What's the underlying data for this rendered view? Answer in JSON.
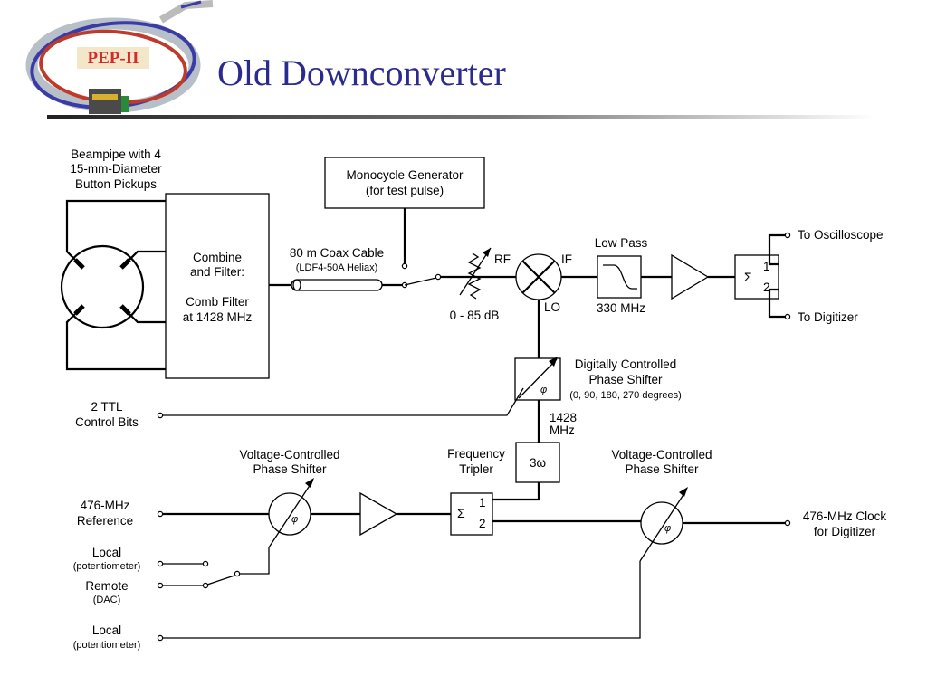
{
  "slide": {
    "title": "Old Downconverter",
    "logo_text": "PEP-II"
  },
  "diagram": {
    "beampipe": [
      "Beampipe with 4",
      "15-mm-Diameter",
      "Button Pickups"
    ],
    "combine": [
      "Combine",
      "and Filter:",
      "Comb Filter",
      "at 1428 MHz"
    ],
    "coax": [
      "80 m Coax Cable",
      "(LDF4-50A Heliax)"
    ],
    "monocycle": [
      "Monocycle Generator",
      "(for test pulse)"
    ],
    "attenuator": "0 - 85 dB",
    "mixer_rf": "RF",
    "mixer_if": "IF",
    "mixer_lo": "LO",
    "lowpass": {
      "top": "Low Pass",
      "bottom": "330 MHz"
    },
    "splitter1": {
      "sum": "Σ",
      "port1": "1",
      "port2": "2"
    },
    "outputs": {
      "osc": "To Oscilloscope",
      "dig": "To Digitizer"
    },
    "digital_ps": [
      "Digitally Controlled",
      "Phase Shifter",
      "(0, 90, 180, 270 degrees)"
    ],
    "phi": "φ",
    "ttl": [
      "2 TTL",
      "Control Bits"
    ],
    "freq_1428": [
      "1428",
      "MHz"
    ],
    "tripler_box": "3ω",
    "tripler_label": [
      "Frequency",
      "Tripler"
    ],
    "vcps_left": [
      "Voltage-Controlled",
      "Phase Shifter"
    ],
    "vcps_right": [
      "Voltage-Controlled",
      "Phase Shifter"
    ],
    "splitter2": {
      "sum": "Σ",
      "port1": "1",
      "port2": "2"
    },
    "ref": [
      "476-MHz",
      "Reference"
    ],
    "clock_out": [
      "476-MHz Clock",
      "for Digitizer"
    ],
    "local1": {
      "main": "Local",
      "sub": "(potentiometer)"
    },
    "remote": {
      "main": "Remote",
      "sub": "(DAC)"
    },
    "local2": {
      "main": "Local",
      "sub": "(potentiometer)"
    }
  }
}
